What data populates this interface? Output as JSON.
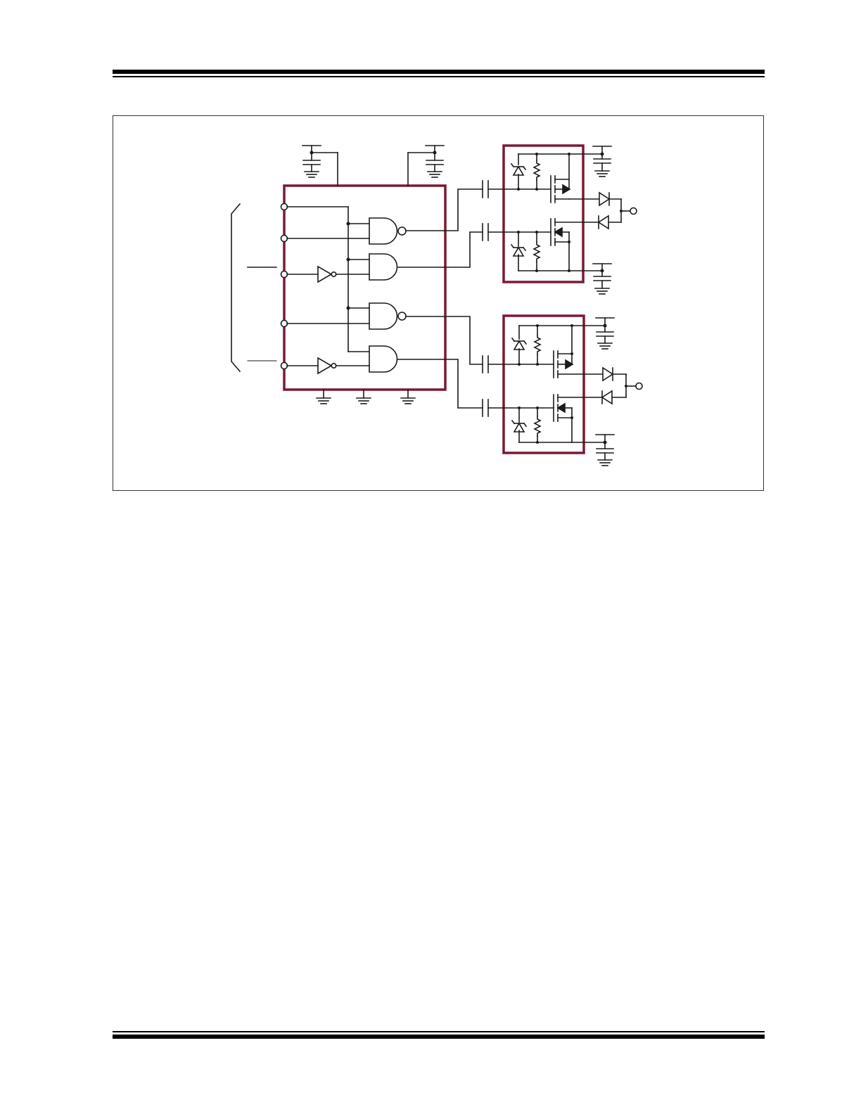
{
  "page": {
    "background": "#ffffff",
    "header_text": "",
    "footer_text": "",
    "figure_caption": ""
  },
  "colors": {
    "frame": "#333333",
    "ic_outline": "#7b1a33",
    "wire": "#1a1a1a",
    "rule": "#000000"
  },
  "diagram": {
    "kind": "circuit-schematic",
    "labels": [],
    "logic_ic": {
      "input_pins": 5,
      "nand_gates": 2,
      "and_gates": 2,
      "inverters": 2,
      "supply_pins": 2,
      "ground_pins": 3
    },
    "mosfet_blocks": [
      {
        "id": "upper",
        "transistors": 2,
        "zener_diodes": 2,
        "resistors": 2,
        "output_diodes": 2
      },
      {
        "id": "lower",
        "transistors": 2,
        "zener_diodes": 2,
        "resistors": 2,
        "output_diodes": 2
      }
    ],
    "coupling_capacitors": 4,
    "output_terminals": 2
  }
}
